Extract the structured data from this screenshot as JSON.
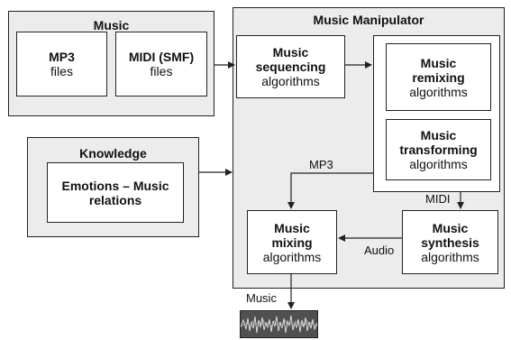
{
  "music_group": {
    "title": "Music",
    "mp3_box": {
      "bold": "MP3",
      "normal": "files"
    },
    "midi_box": {
      "bold": "MIDI (SMF)",
      "normal": "files"
    }
  },
  "knowledge_group": {
    "title": "Knowledge",
    "emotions_box": {
      "line1": "Emotions – Music",
      "line2": "relations"
    }
  },
  "manipulator_group": {
    "title": "Music Manipulator",
    "sequencing_box": {
      "bold1": "Music",
      "bold2": "sequencing",
      "normal": "algorithms"
    },
    "remixing_box": {
      "bold1": "Music",
      "bold2": "remixing",
      "normal": "algorithms"
    },
    "transforming_box": {
      "bold1": "Music",
      "bold2": "transforming",
      "normal": "algorithms"
    },
    "mixing_box": {
      "bold1": "Music",
      "bold2": "mixing",
      "normal": "algorithms"
    },
    "synthesis_box": {
      "bold1": "Music",
      "bold2": "synthesis",
      "normal": "algorithms"
    }
  },
  "edge_labels": {
    "mp3": "MP3",
    "midi": "MIDI",
    "audio": "Audio",
    "music": "Music"
  }
}
